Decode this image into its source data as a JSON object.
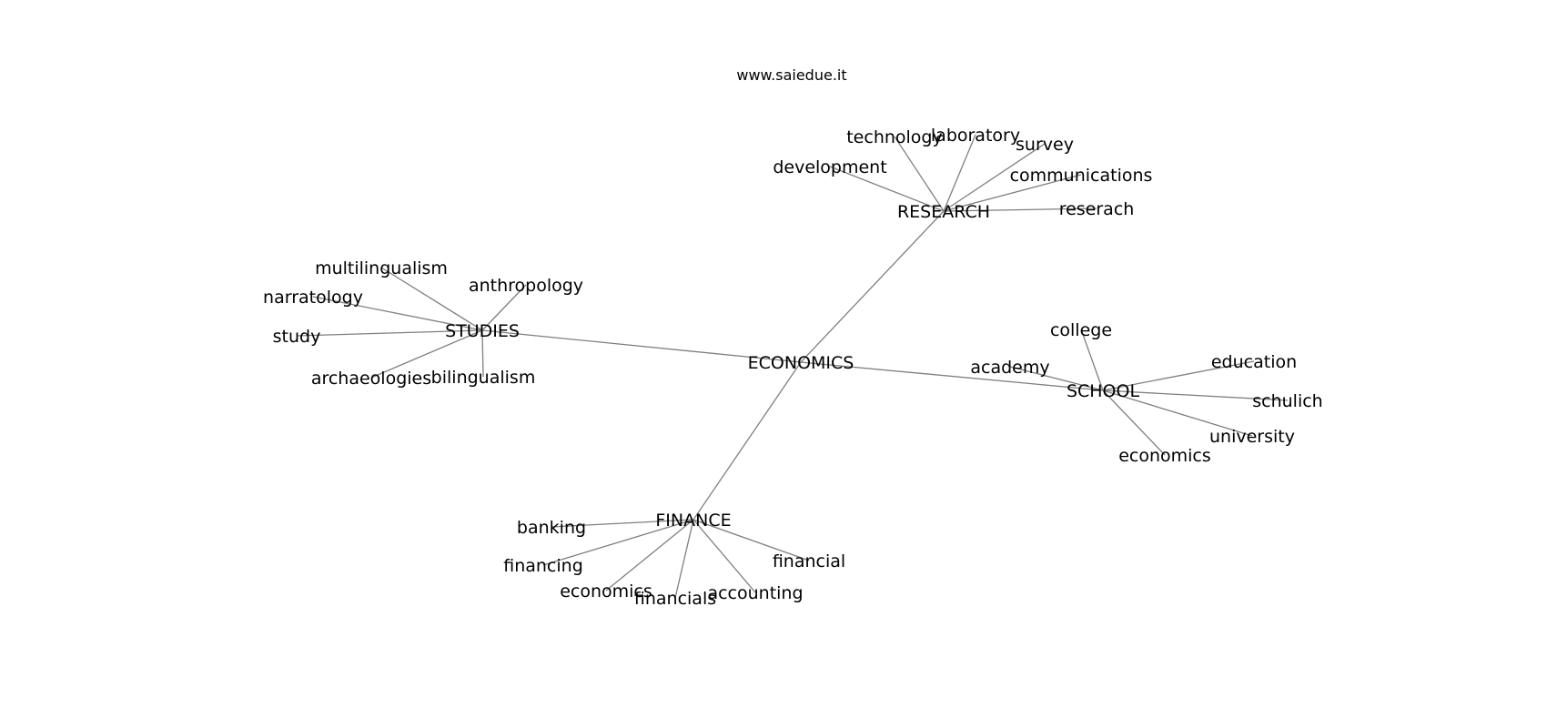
{
  "website": "www.saiedue.it",
  "colors": {
    "edge": "#7f7f7f",
    "text": "#000000",
    "background": "#ffffff"
  },
  "graph": {
    "center": "ECONOMICS",
    "hubs": [
      {
        "label": "RESEARCH",
        "leaves": [
          "development",
          "technology",
          "laboratory",
          "survey",
          "communications",
          "reserach"
        ]
      },
      {
        "label": "STUDIES",
        "leaves": [
          "multilingualism",
          "narratology",
          "anthropology",
          "study",
          "archaeologies",
          "bilingualism"
        ]
      },
      {
        "label": "SCHOOL",
        "leaves": [
          "college",
          "academy",
          "education",
          "schulich",
          "university",
          "economics"
        ]
      },
      {
        "label": "FINANCE",
        "leaves": [
          "banking",
          "financing",
          "economics",
          "financials",
          "accounting",
          "financial"
        ]
      }
    ]
  }
}
